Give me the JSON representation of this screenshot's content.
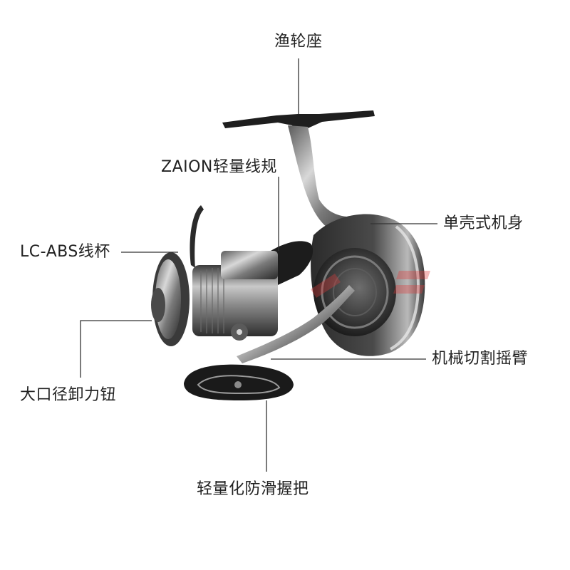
{
  "labels": {
    "reel_seat": "渔轮座",
    "line_roller": "ZAION轻量线规",
    "spool": "LC-ABS线杯",
    "body": "单壳式机身",
    "handle_arm": "机械切割摇臂",
    "drag_knob": "大口径卸力钮",
    "handle_knob": "轻量化防滑握把"
  },
  "colors": {
    "label_text": "#222222",
    "leader_line": "#333333",
    "reel_dark": "#1c1c1c",
    "reel_metal": "#8a8a8a",
    "watermark": "#e23b3b"
  }
}
